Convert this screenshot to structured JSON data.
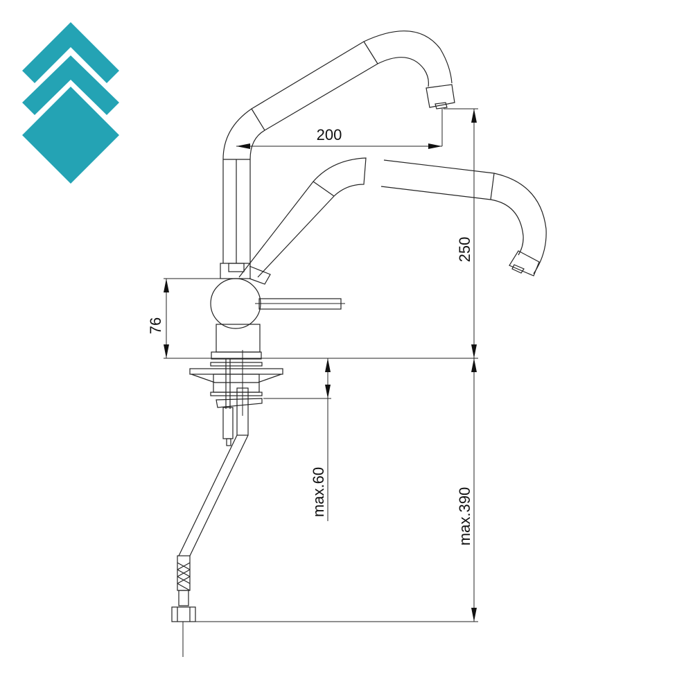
{
  "logo": {
    "color": "#24a3b4",
    "icon": "stacked-chevron-diamond-logo"
  },
  "dimensions": {
    "spout_reach": "200",
    "spout_height": "250",
    "body_height": "76",
    "max_deck_thickness": "max.60",
    "max_hose_length": "max.390"
  },
  "line_color": "#222222"
}
